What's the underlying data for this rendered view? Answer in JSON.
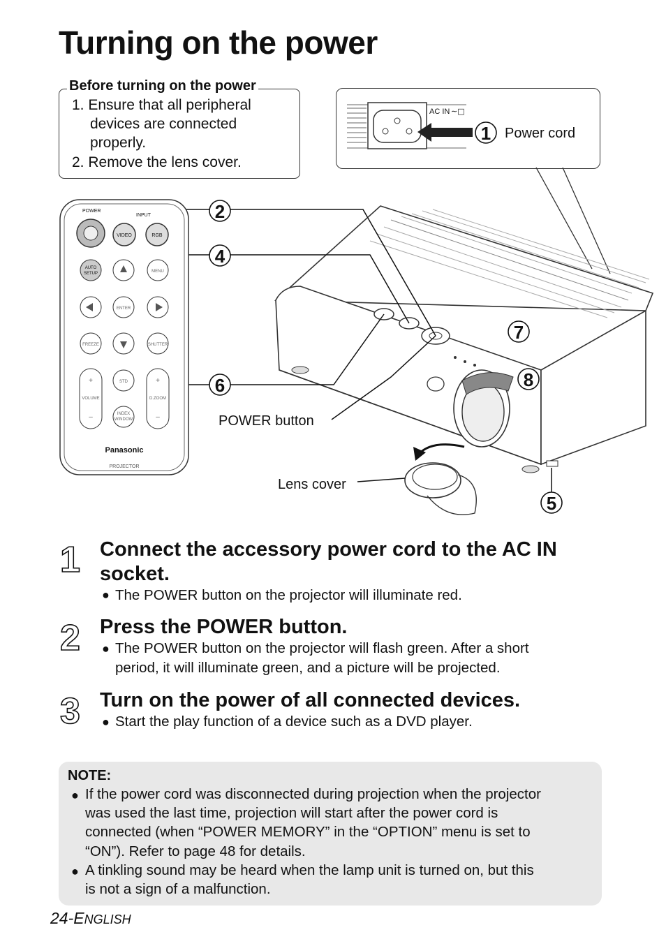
{
  "title": "Turning on the power",
  "before": {
    "title": "Before turning on the power",
    "lines": [
      "1. Ensure that all peripheral",
      "devices are connected",
      "properly.",
      "2. Remove the lens cover."
    ]
  },
  "diagram": {
    "ac_in": "AC IN",
    "power_cord": "Power cord",
    "power_button": "POWER button",
    "lens_cover": "Lens cover",
    "callouts": [
      "1",
      "2",
      "4",
      "6",
      "7",
      "8",
      "5"
    ],
    "remote": {
      "power": "POWER",
      "input": "INPUT",
      "video": "VIDEO",
      "rgb": "RGB",
      "auto": "AUTO",
      "setup": "SETUP",
      "menu": "MENU",
      "enter": "ENTER",
      "freeze": "FREEZE",
      "shutter": "SHUTTER",
      "std": "STD",
      "volume": "VOLUME",
      "dzoom": "D.ZOOM",
      "index": "INDEX",
      "window": "WINDOW",
      "brand": "Panasonic",
      "projector": "PROJECTOR",
      "plus": "+",
      "minus": "–"
    }
  },
  "steps": [
    {
      "num": "1",
      "title1": "Connect the accessory power cord to the AC IN",
      "title2": "socket.",
      "text1": "The POWER button on the projector will illuminate red."
    },
    {
      "num": "2",
      "title1": "Press the POWER button.",
      "text1": "The POWER button on the projector will flash green. After a short",
      "text2": "period, it will illuminate green, and a picture will be projected."
    },
    {
      "num": "3",
      "title1": "Turn on the power of all connected devices.",
      "text1": "Start the play function of a device such as a DVD player."
    }
  ],
  "note": {
    "title": "NOTE:",
    "b1": [
      "If the power cord was disconnected during projection when the projector",
      "was used the last time, projection will start after the power cord is",
      "connected (when “POWER MEMORY” in the “OPTION” menu is set to",
      "“ON”). Refer to page 48 for details."
    ],
    "b2": [
      "A tinkling sound may be heard when the lamp unit is turned on, but this",
      "is not a sign of a malfunction."
    ]
  },
  "footer": {
    "page": "24-",
    "lang_initial": "E",
    "lang_rest": "NGLISH"
  }
}
